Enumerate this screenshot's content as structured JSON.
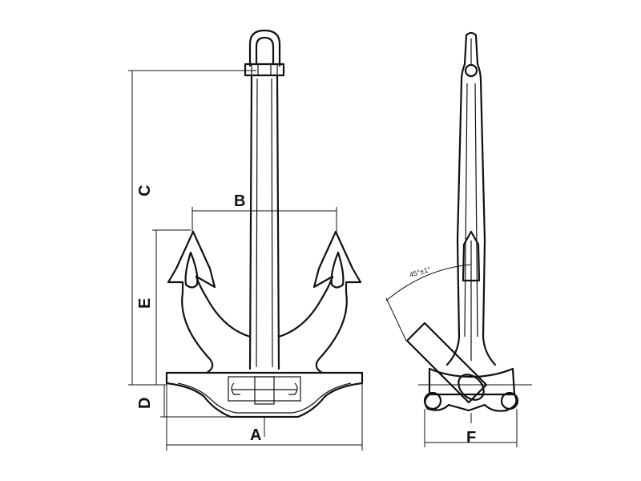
{
  "labels": {
    "a": "A",
    "b": "B",
    "c": "C",
    "d": "D",
    "e": "E",
    "f": "F"
  },
  "angle_annotation": "45°±1°"
}
